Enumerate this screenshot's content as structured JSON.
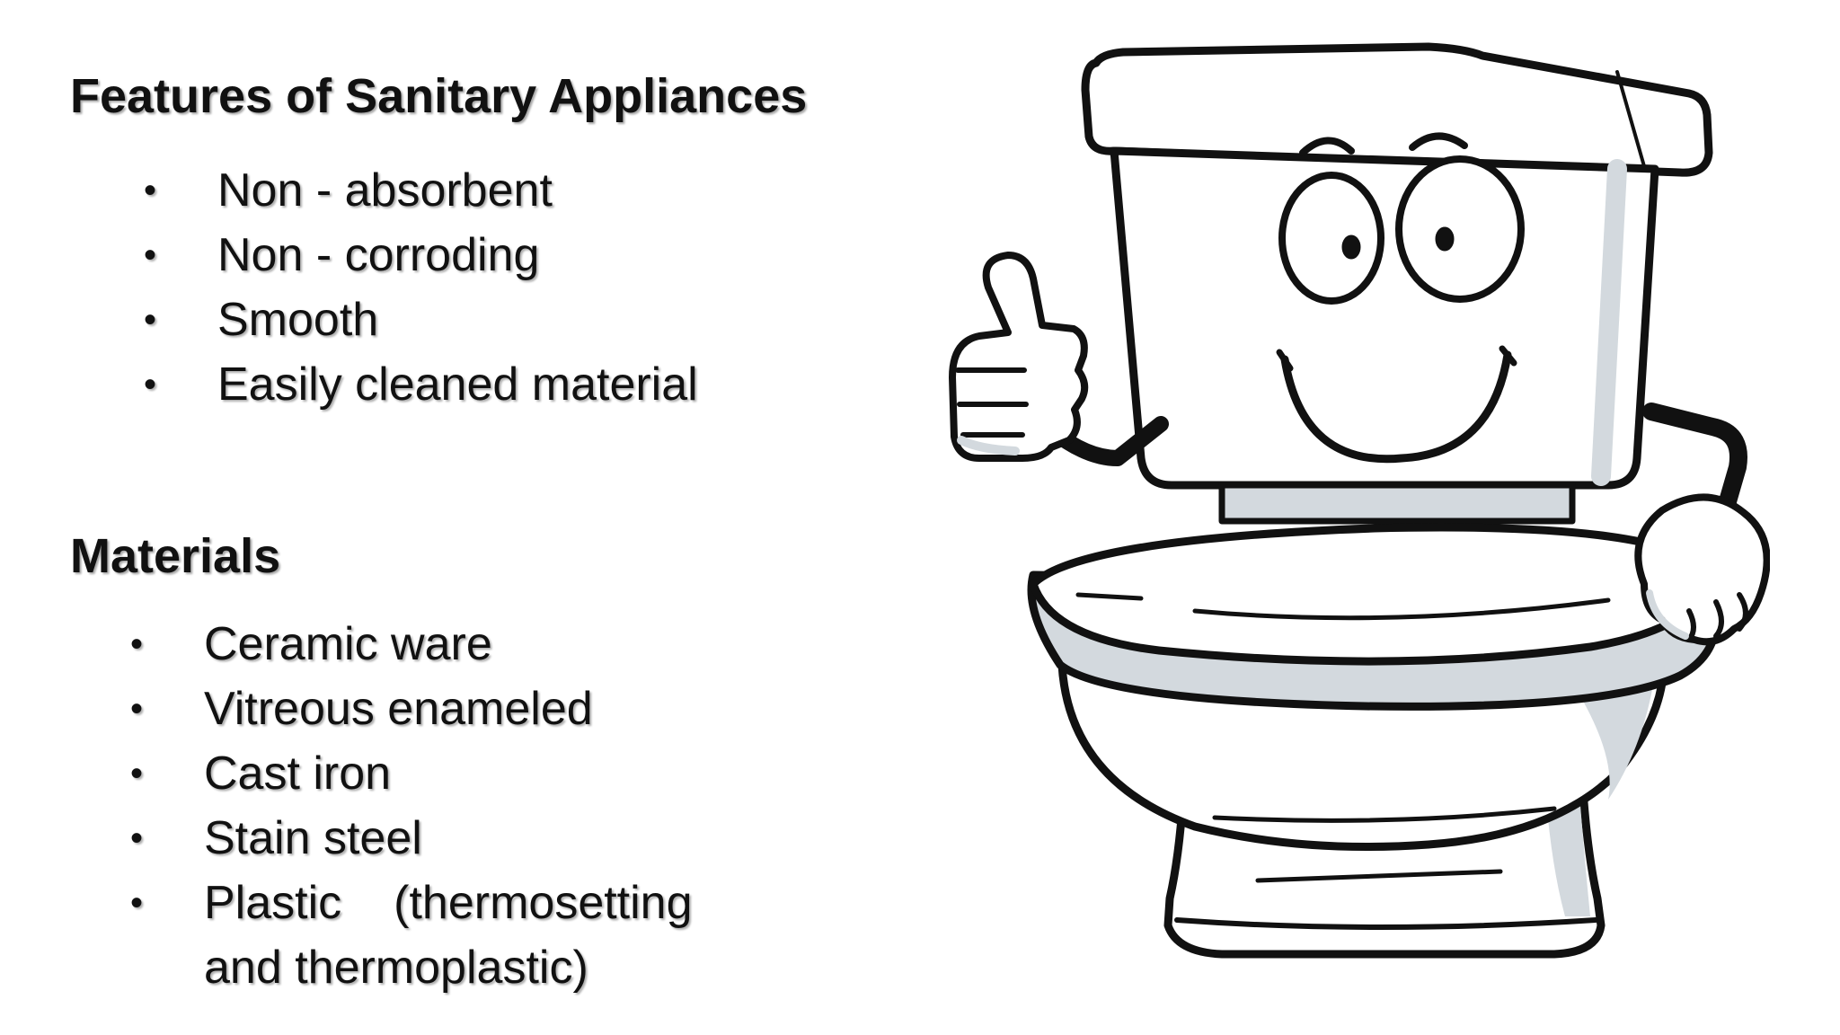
{
  "features": {
    "heading": "Features of Sanitary Appliances",
    "items": [
      "Non - absorbent",
      "Non - corroding",
      "Smooth",
      "Easily cleaned material"
    ]
  },
  "materials": {
    "heading": "Materials",
    "items": [
      "Ceramic ware",
      "Vitreous enameled",
      "Cast iron",
      "Stain steel"
    ],
    "last_item_part1": "Plastic",
    "last_item_part2": "(thermosetting and thermoplastic)"
  },
  "bullet_symbol": "•",
  "illustration": {
    "icon": "smiling-toilet-thumbs-up-icon",
    "fill": "#ffffff",
    "shade": "#d3d9de",
    "outline": "#111111"
  }
}
